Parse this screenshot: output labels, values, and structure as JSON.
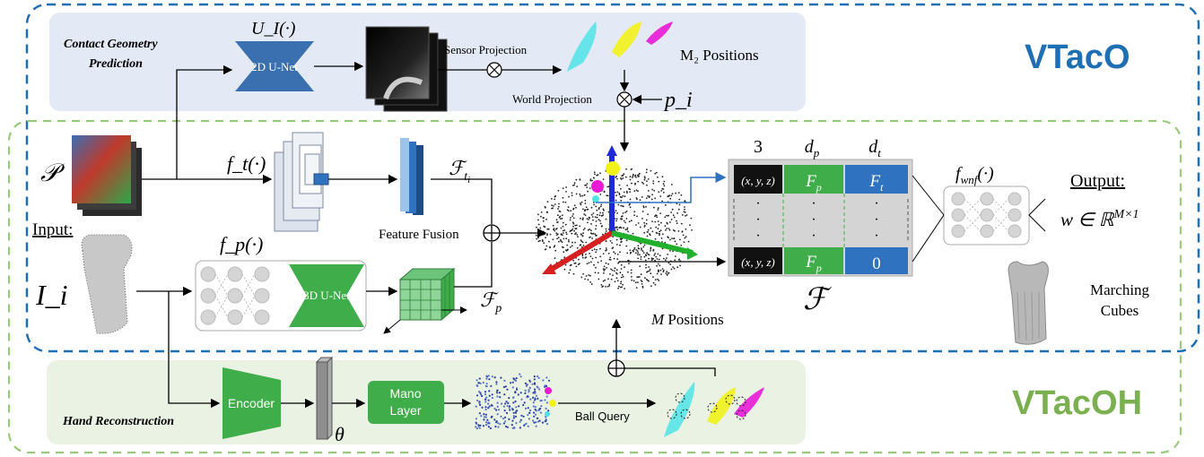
{
  "regions": {
    "vtaco_label": "VTacO",
    "vtacoh_label": "VTacOH",
    "contact_title_line1": "Contact Geometry",
    "contact_title_line2": "Prediction",
    "hand_title": "Hand Reconstruction"
  },
  "contact": {
    "unet_fn": "U_I(·)",
    "unet_label": "2D U-Net",
    "sensor_projection": "Sensor Projection",
    "world_projection": "World Projection",
    "m2_positions": "M₂ Positions",
    "p_i": "p_i"
  },
  "inputs": {
    "P": "𝒫",
    "input_label": "Input:",
    "I_i": "I_i"
  },
  "encoders": {
    "ft": "f_t(·)",
    "fp": "f_p(·)",
    "unet3d_label": "3D U-Net",
    "F_ti": "ℱ_{t_i}",
    "F_p": "ℱ_p",
    "feature_fusion": "Feature Fusion",
    "m_positions": "M Positions"
  },
  "feature_table": {
    "col_headers": [
      "3",
      "d_p",
      "d_t"
    ],
    "rows": [
      {
        "xyz": "(x, y, z)",
        "fp": "F_p",
        "ft": "F_t"
      },
      {
        "xyz": "·",
        "fp": "·",
        "ft": "·"
      },
      {
        "xyz": "(x, y, z)",
        "fp": "F_p",
        "ft": "0"
      }
    ],
    "symbol": "ℱ"
  },
  "decoder": {
    "fwnf": "f_wnf(·)",
    "output_label": "Output:",
    "output_expr": "w ∈ ℝ^{M×1}",
    "marching_line1": "Marching",
    "marching_line2": "Cubes"
  },
  "hand": {
    "encoder_label": "Encoder",
    "theta": "θ",
    "mano_line1": "Mano",
    "mano_line2": "Layer",
    "ball_query": "Ball Query"
  },
  "colors": {
    "vtaco_blue": "#1f6fb5",
    "vtacoh_green": "#7ab04f",
    "unet_blue": "#3a6fb0",
    "green_block": "#3fae4a",
    "blue_block": "#2f72c0",
    "contact_bg": "#e3eaf5",
    "hand_bg": "#eaf3e3"
  }
}
